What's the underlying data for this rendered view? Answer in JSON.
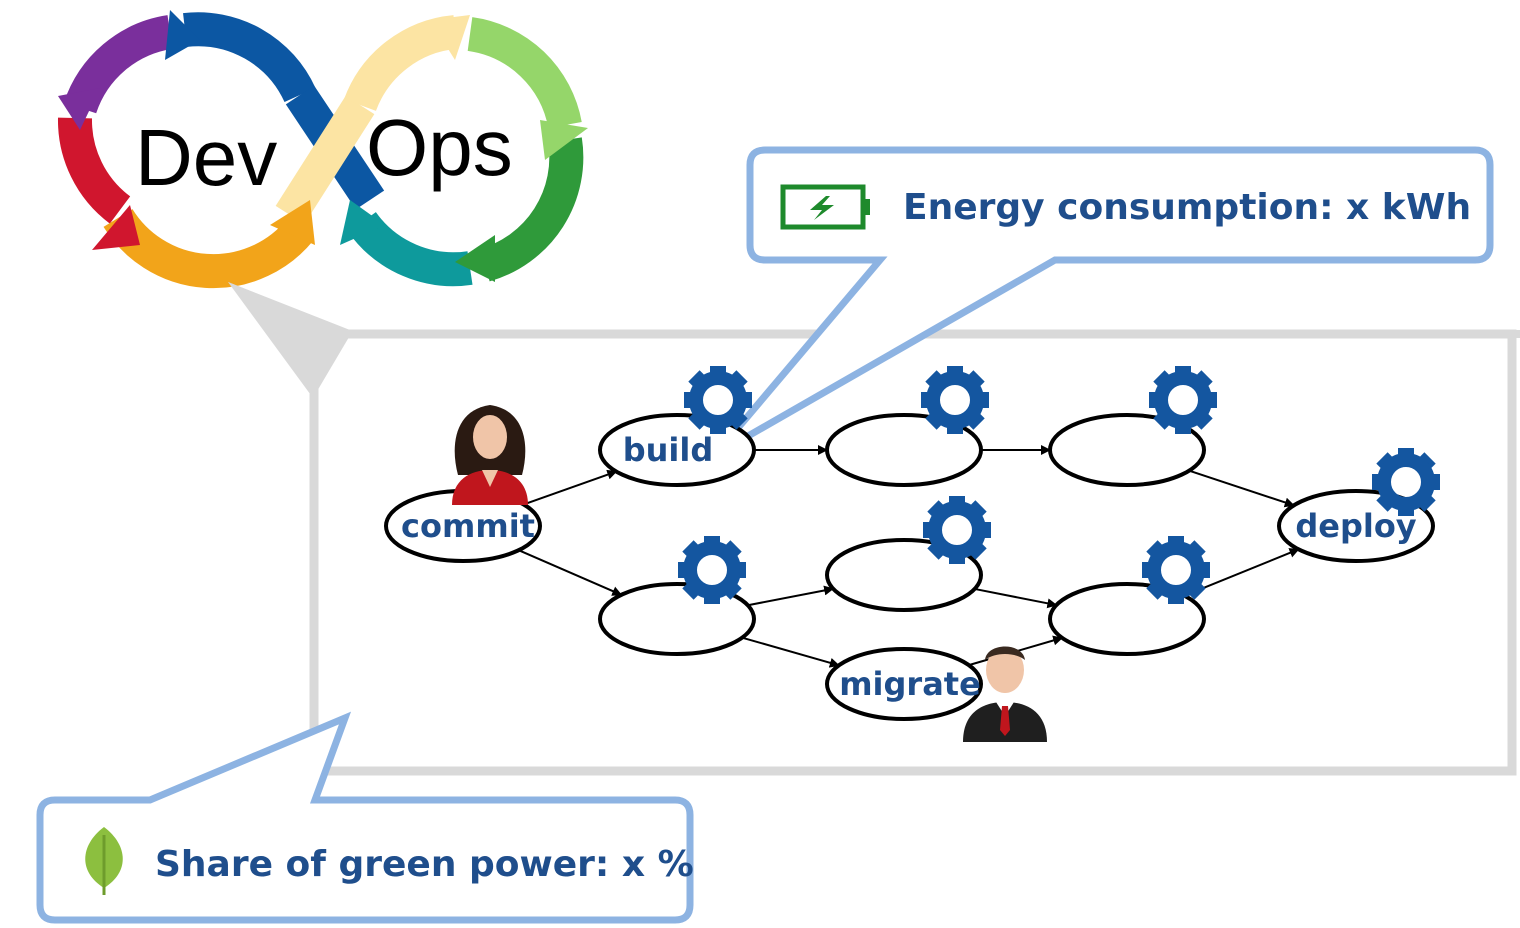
{
  "logo": {
    "left_word": "Dev",
    "right_word": "Ops"
  },
  "callouts": {
    "energy": {
      "text": "Energy consumption: x kWh",
      "icon": "battery-charging-icon"
    },
    "green": {
      "text": "Share of green power: x %",
      "icon": "leaf-icon"
    }
  },
  "pipeline": {
    "nodes": [
      {
        "id": "commit",
        "label": "commit"
      },
      {
        "id": "build",
        "label": "build"
      },
      {
        "id": "top2",
        "label": ""
      },
      {
        "id": "top3",
        "label": ""
      },
      {
        "id": "deploy",
        "label": "deploy"
      },
      {
        "id": "bot1",
        "label": ""
      },
      {
        "id": "bot2",
        "label": ""
      },
      {
        "id": "bot3",
        "label": ""
      },
      {
        "id": "migrate",
        "label": "migrate"
      }
    ],
    "edges": [
      [
        "commit",
        "build"
      ],
      [
        "build",
        "top2"
      ],
      [
        "top2",
        "top3"
      ],
      [
        "top3",
        "deploy"
      ],
      [
        "commit",
        "bot1"
      ],
      [
        "bot1",
        "bot2"
      ],
      [
        "bot1",
        "migrate"
      ],
      [
        "bot2",
        "bot3"
      ],
      [
        "migrate",
        "bot3"
      ],
      [
        "bot3",
        "deploy"
      ]
    ],
    "automated_nodes": [
      "build",
      "top2",
      "top3",
      "deploy",
      "bot1",
      "bot2",
      "bot3"
    ],
    "manual_nodes": [
      "commit",
      "migrate"
    ]
  },
  "colors": {
    "accent_text": "#1f4e8c",
    "gear": "#1456a0",
    "callout_border": "#8db3e2",
    "panel_border": "#d9d9d9",
    "battery": "#1e8a2c",
    "leaf": "#8cbf3f"
  }
}
